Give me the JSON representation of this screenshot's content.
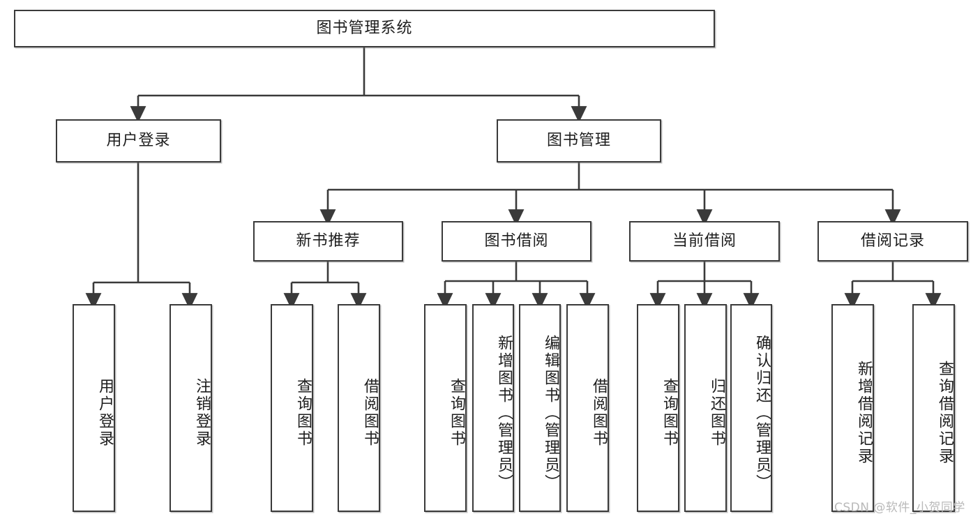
{
  "diagram": {
    "type": "tree-hierarchy-diagram",
    "title": "图书管理系统",
    "watermark": "CSDN @软件_小贺同学",
    "colors": {
      "background": "#ffffff",
      "node_border": "#3a3a3a",
      "node_fill": "#ffffff",
      "text": "#1d1d1d",
      "connector": "#3a3a3a",
      "watermark": "#b9b9b9"
    },
    "root": {
      "label": "图书管理系统",
      "orientation": "horizontal"
    },
    "level2": [
      {
        "label": "用户登录",
        "orientation": "horizontal"
      },
      {
        "label": "图书管理",
        "orientation": "horizontal"
      }
    ],
    "level3": [
      {
        "label": "新书推荐",
        "orientation": "horizontal",
        "parent": "图书管理"
      },
      {
        "label": "图书借阅",
        "orientation": "horizontal",
        "parent": "图书管理"
      },
      {
        "label": "当前借阅",
        "orientation": "horizontal",
        "parent": "图书管理"
      },
      {
        "label": "借阅记录",
        "orientation": "horizontal",
        "parent": "图书管理"
      }
    ],
    "leaves": {
      "user_login": [
        {
          "label": "用户登录",
          "orientation": "vertical"
        },
        {
          "label": "注销登录",
          "orientation": "vertical"
        }
      ],
      "new_book_recommend": [
        {
          "label": "查询图书",
          "orientation": "vertical"
        },
        {
          "label": "借阅图书",
          "orientation": "vertical"
        }
      ],
      "book_borrow": [
        {
          "label": "查询图书",
          "orientation": "vertical"
        },
        {
          "label": "新增图书（管理员）",
          "orientation": "vertical"
        },
        {
          "label": "编辑图书（管理员）",
          "orientation": "vertical"
        },
        {
          "label": "借阅图书",
          "orientation": "vertical"
        }
      ],
      "current_borrow": [
        {
          "label": "查询图书",
          "orientation": "vertical"
        },
        {
          "label": "归还图书",
          "orientation": "vertical"
        },
        {
          "label": "确认归还（管理员）",
          "orientation": "vertical"
        }
      ],
      "borrow_record": [
        {
          "label": "新增借阅记录",
          "orientation": "vertical"
        },
        {
          "label": "查询借阅记录",
          "orientation": "vertical"
        }
      ]
    }
  }
}
